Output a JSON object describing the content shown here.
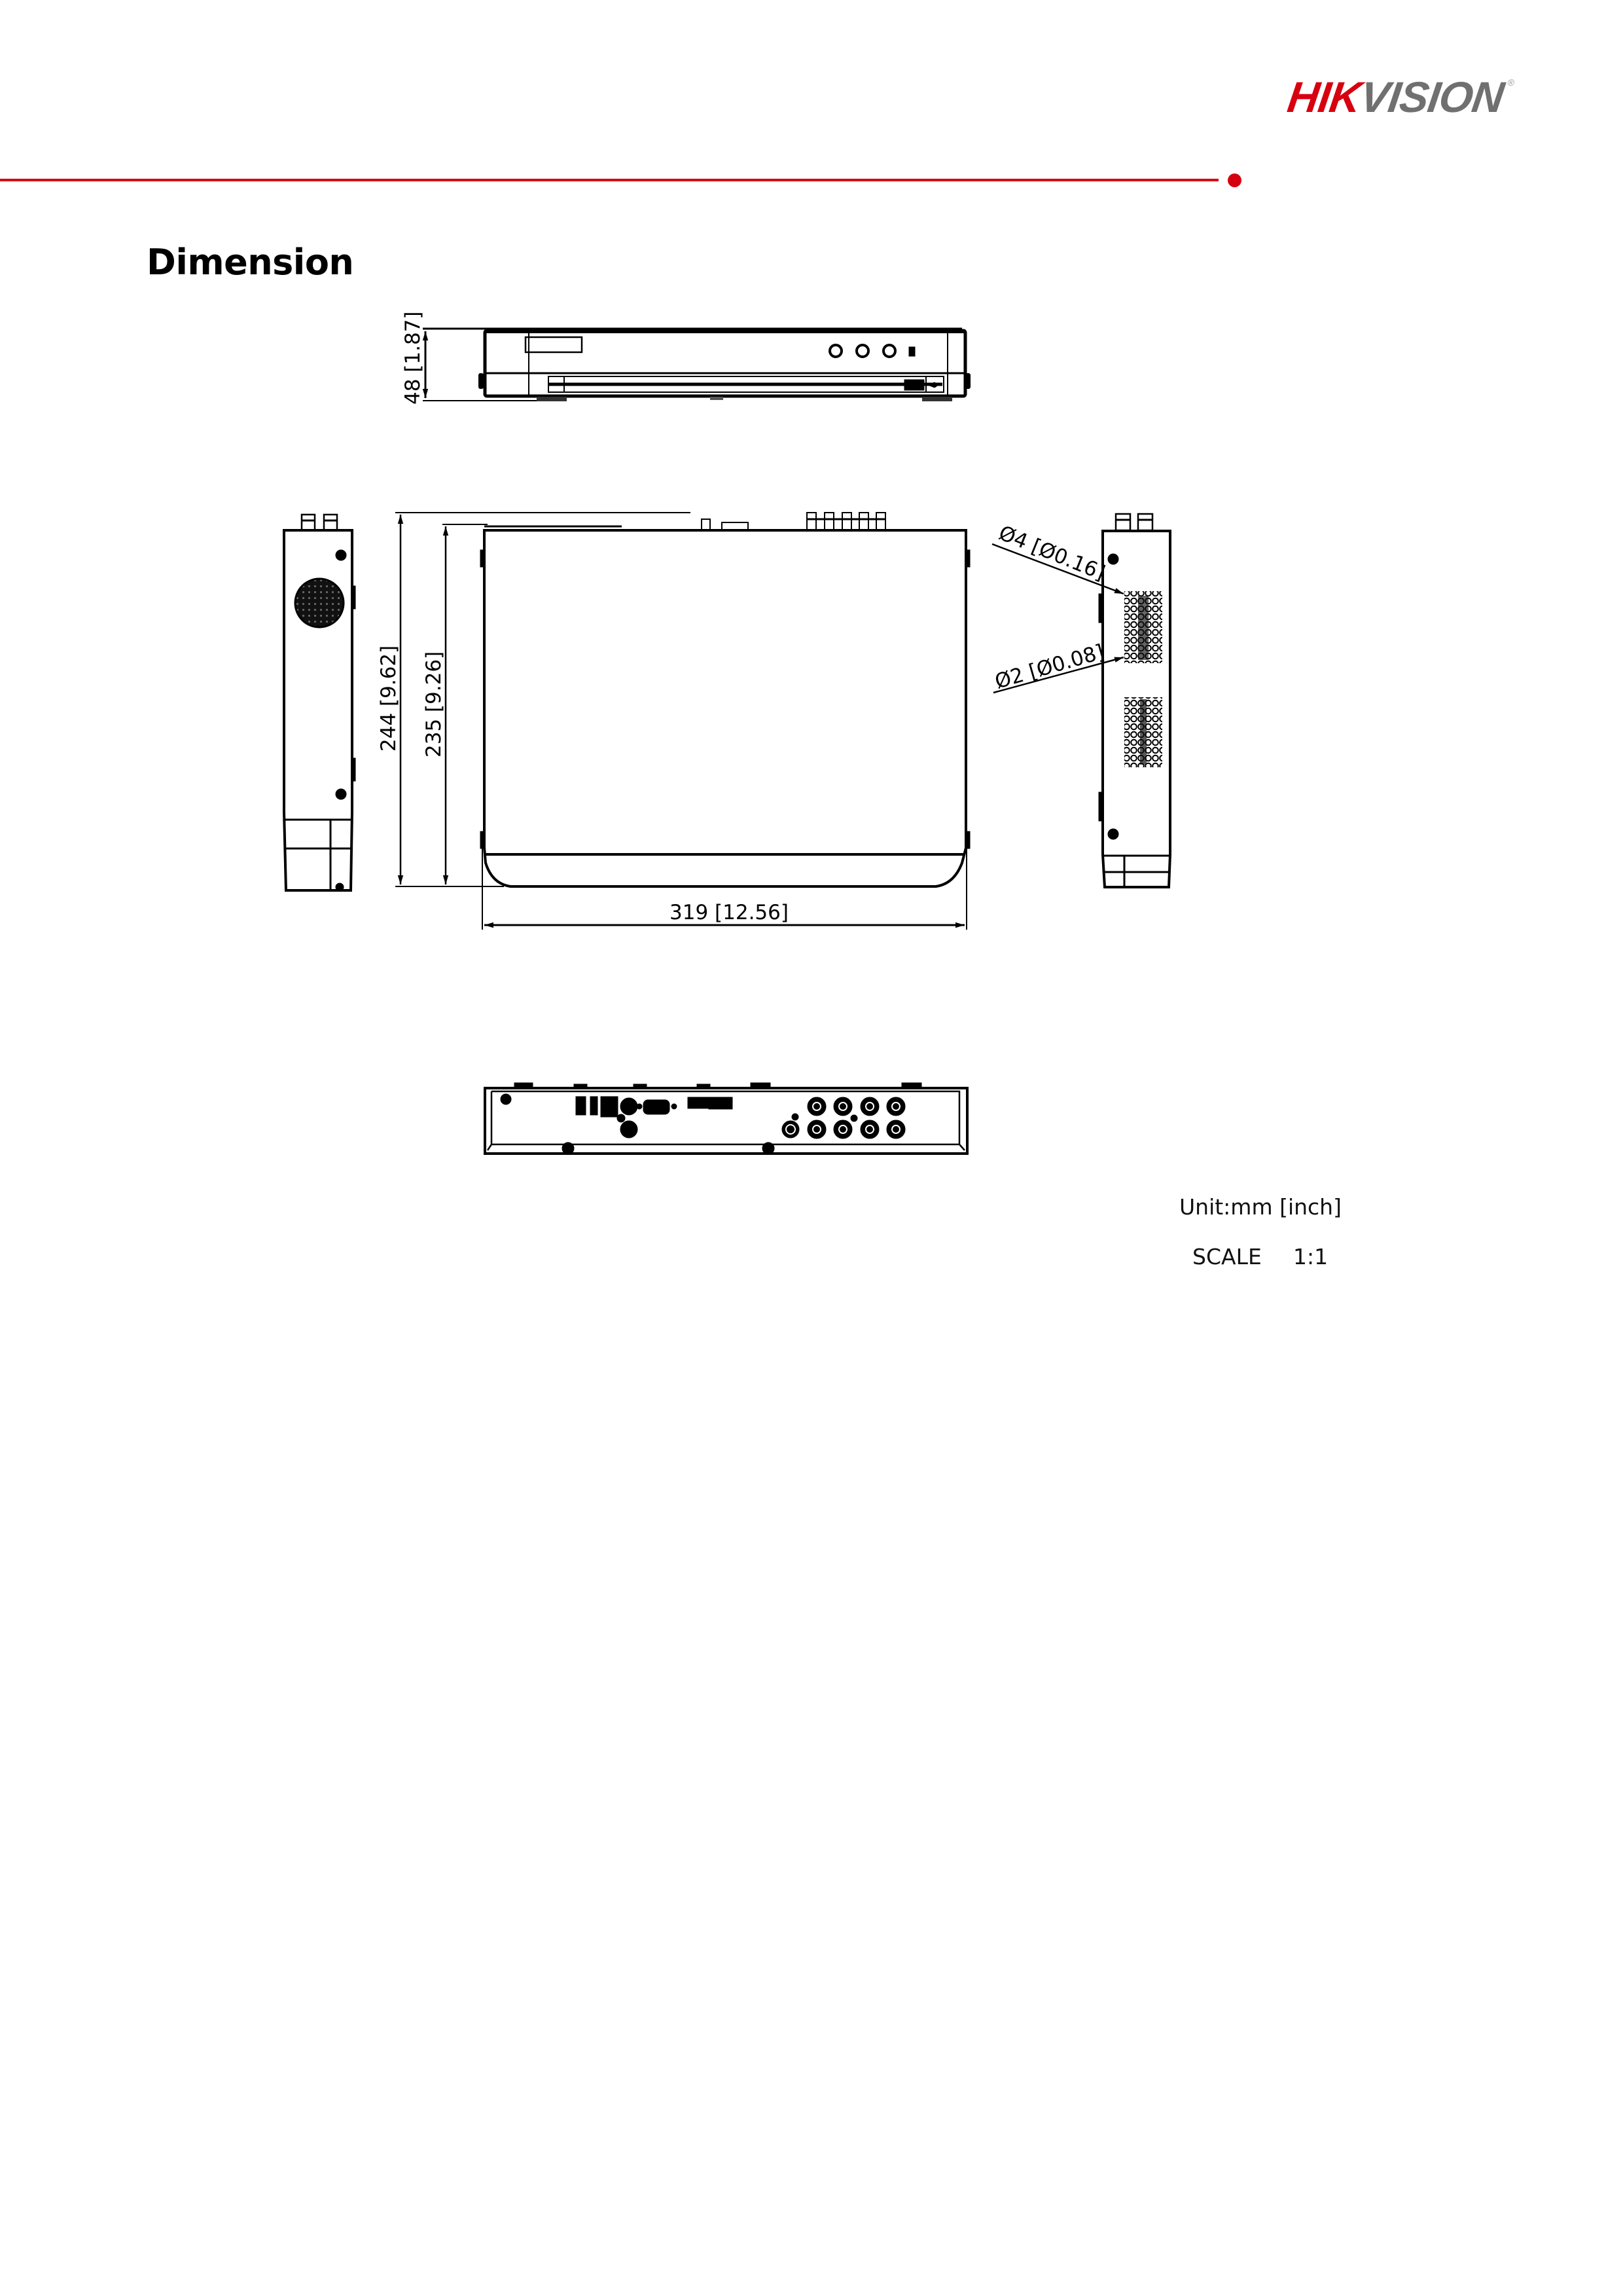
{
  "header": {
    "logo": {
      "part1": "HIK",
      "part2": "VISION",
      "registered": "®"
    },
    "colors": {
      "brand_red": "#d7000f",
      "brand_gray": "#707070"
    }
  },
  "section": {
    "title": "Dimension"
  },
  "drawing": {
    "front_view": {
      "height_label": "48 [1.87]"
    },
    "top_view": {
      "depth_overall_label": "244 [9.62]",
      "depth_body_label": "235 [9.26]",
      "width_label": "319 [12.56]"
    },
    "side_view_right": {
      "large_hole_label": "Ø4 [Ø0.16]",
      "small_hole_label": "Ø2 [Ø0.08]"
    }
  },
  "notes": {
    "unit": "Unit:mm [inch]",
    "scale_label": "SCALE",
    "scale_value": "1:1"
  }
}
